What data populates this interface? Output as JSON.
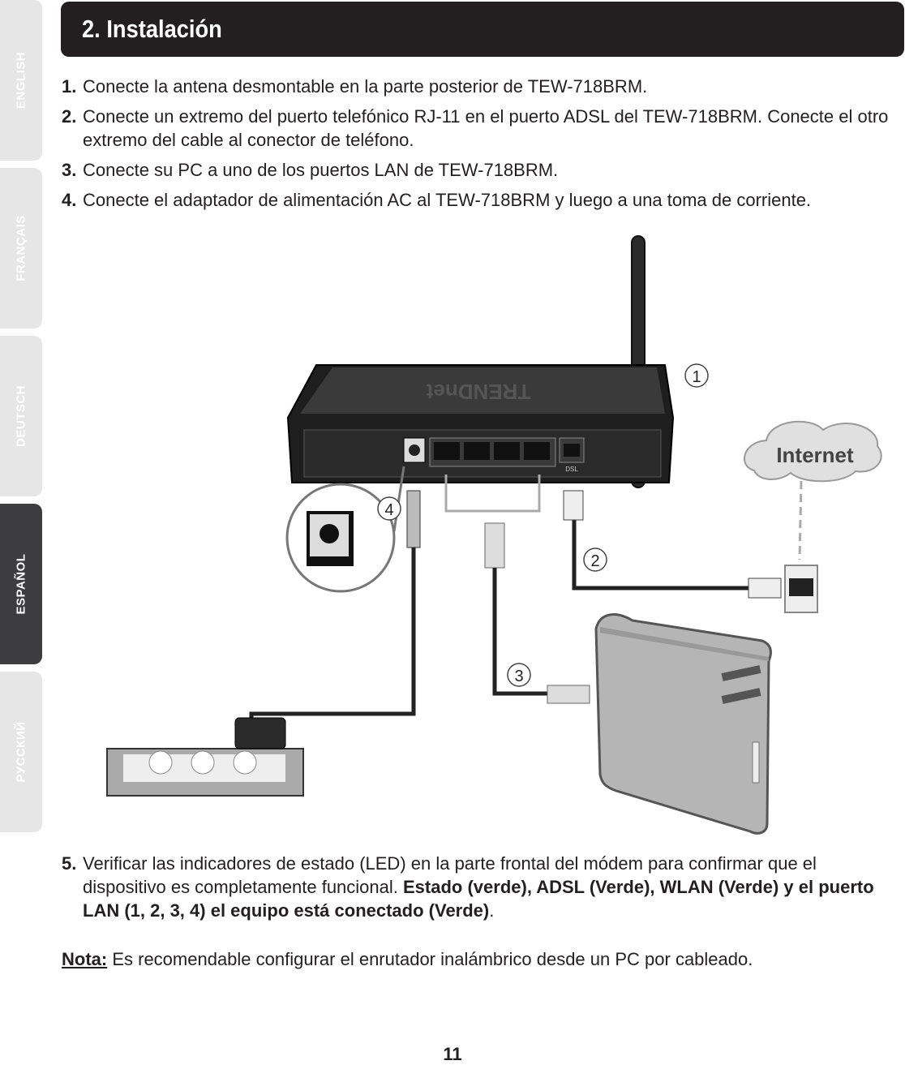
{
  "tabs": {
    "english": "ENGLISH",
    "francais": "FRANÇAIS",
    "deutsch": "DEUTSCH",
    "espanol": "ESPAÑOL",
    "russian": "РУССКИЙ"
  },
  "header": {
    "title": "2. Instalación"
  },
  "steps": [
    {
      "num": "1.",
      "text": "Conecte la antena desmontable en la parte posterior de TEW-718BRM."
    },
    {
      "num": "2.",
      "text": "Conecte un extremo del puerto telefónico RJ-11 en el puerto ADSL del TEW-718BRM. Conecte el otro extremo del cable al conector de teléfono."
    },
    {
      "num": "3.",
      "text": "Conecte su PC a uno de los puertos LAN de TEW-718BRM."
    },
    {
      "num": "4.",
      "text": "Conecte el adaptador de alimentación AC al TEW-718BRM y luego a una toma de corriente."
    }
  ],
  "illustration": {
    "brand": "TRENDnet",
    "dsl_label": "DSL",
    "cloud_label": "Internet",
    "callouts": [
      "1",
      "2",
      "3",
      "4"
    ]
  },
  "step5": {
    "num": "5.",
    "text": "Verificar las indicadores de estado (LED) en la parte frontal del módem para confirmar que el dispositivo es completamente funcional. ",
    "bold": "Estado (verde), ADSL (Verde), WLAN (Verde) y el puerto LAN (1, 2, 3, 4) el equipo está conectado (Verde)",
    "end": "."
  },
  "nota": {
    "label": "Nota:",
    "text": " Es recomendable configurar el enrutador inalámbrico desde un PC por cableado."
  },
  "page_number": "11"
}
